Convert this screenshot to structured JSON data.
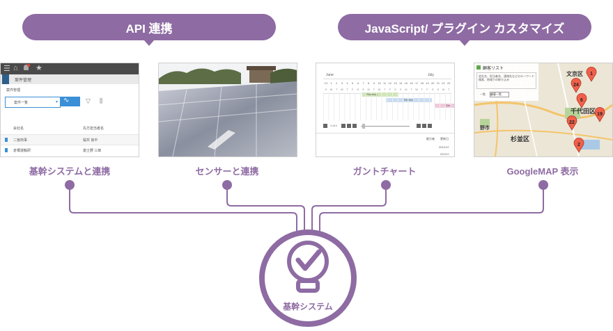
{
  "bubbles": {
    "api": "API 連携",
    "js": "JavaScript/ プラグイン カスタマイズ"
  },
  "captions": {
    "kikan": "基幹システムと連携",
    "sensor": "センサーと連携",
    "gantt": "ガントチャート",
    "map": "GoogleMAP 表示"
  },
  "hub": {
    "label": "基幹システム"
  },
  "shot_kikan": {
    "app_title": "案件管理",
    "breadcrumb": "案件管理",
    "view_select": "案件一覧",
    "col1": "会社名",
    "col2": "先方担当者名",
    "rows": [
      {
        "company": "二宮商事",
        "person": "桜井 良平"
      },
      {
        "company": "倉橋運輸研",
        "person": "富士野 三郎"
      }
    ]
  },
  "shot_gantt": {
    "month1": "June",
    "month2": "July",
    "days": [
      "13",
      "1",
      "2",
      "3",
      "4",
      "5",
      "6",
      "7",
      "8",
      "9",
      "10",
      "11",
      "12",
      "13",
      "14",
      "15",
      "16",
      "17",
      "18",
      "19",
      "20",
      "21",
      "22",
      "23"
    ],
    "weekdays": [
      "S",
      "M",
      "T",
      "W",
      "T",
      "F",
      "S",
      "S",
      "M",
      "T",
      "W",
      "T",
      "F",
      "S",
      "S",
      "M",
      "T",
      "W",
      "T",
      "F",
      "S",
      "S",
      "M",
      "T"
    ],
    "bars": [
      "Planning",
      "Review",
      "Dev"
    ],
    "page": "1 of 1",
    "col_a": "能力者",
    "col_b": "更新日",
    "date": "2013-07",
    "date2": "2013-0"
  },
  "shot_map": {
    "title": "顧客リスト",
    "desc": "会社名、担当者名、連絡先などのキーワード検索、地域での絞り込み",
    "filter_label": "一覧",
    "filter_value": "顧客一覧",
    "labels": [
      "文京区",
      "千代田区",
      "杉並区",
      "野市"
    ],
    "pins": [
      "1",
      "24",
      "6",
      "19",
      "22",
      "2"
    ]
  }
}
